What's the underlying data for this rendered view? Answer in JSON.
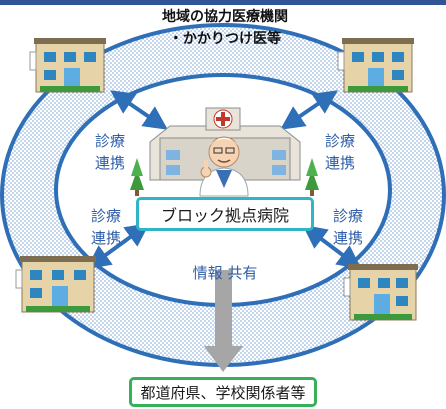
{
  "title": {
    "line1": "地域の協力医療機関",
    "line2": "・かかりつけ医等"
  },
  "labels": {
    "coop_ul_1": "診療",
    "coop_ul_2": "連携",
    "coop_ur_1": "診療",
    "coop_ur_2": "連携",
    "coop_ll_1": "診療",
    "coop_ll_2": "連携",
    "coop_lr_1": "診療",
    "coop_lr_2": "連携",
    "hospital_sign": "ブロック拠点病院",
    "info_share": "情報 共有",
    "destination": "都道府県、学校関係者等"
  },
  "colors": {
    "ring_border": "#2f6fb7",
    "ring_dots": "#7aa7d8",
    "arrow_blue": "#2f6fb7",
    "hospital_box_border": "#2fb4c8",
    "bottom_box_border": "#38b05a",
    "down_arrow": "#a6a6a6"
  },
  "icons": {
    "clinic": "clinic-building-icon",
    "hospital": "hospital-with-doctor-icon",
    "arrow": "double-arrow-icon"
  }
}
